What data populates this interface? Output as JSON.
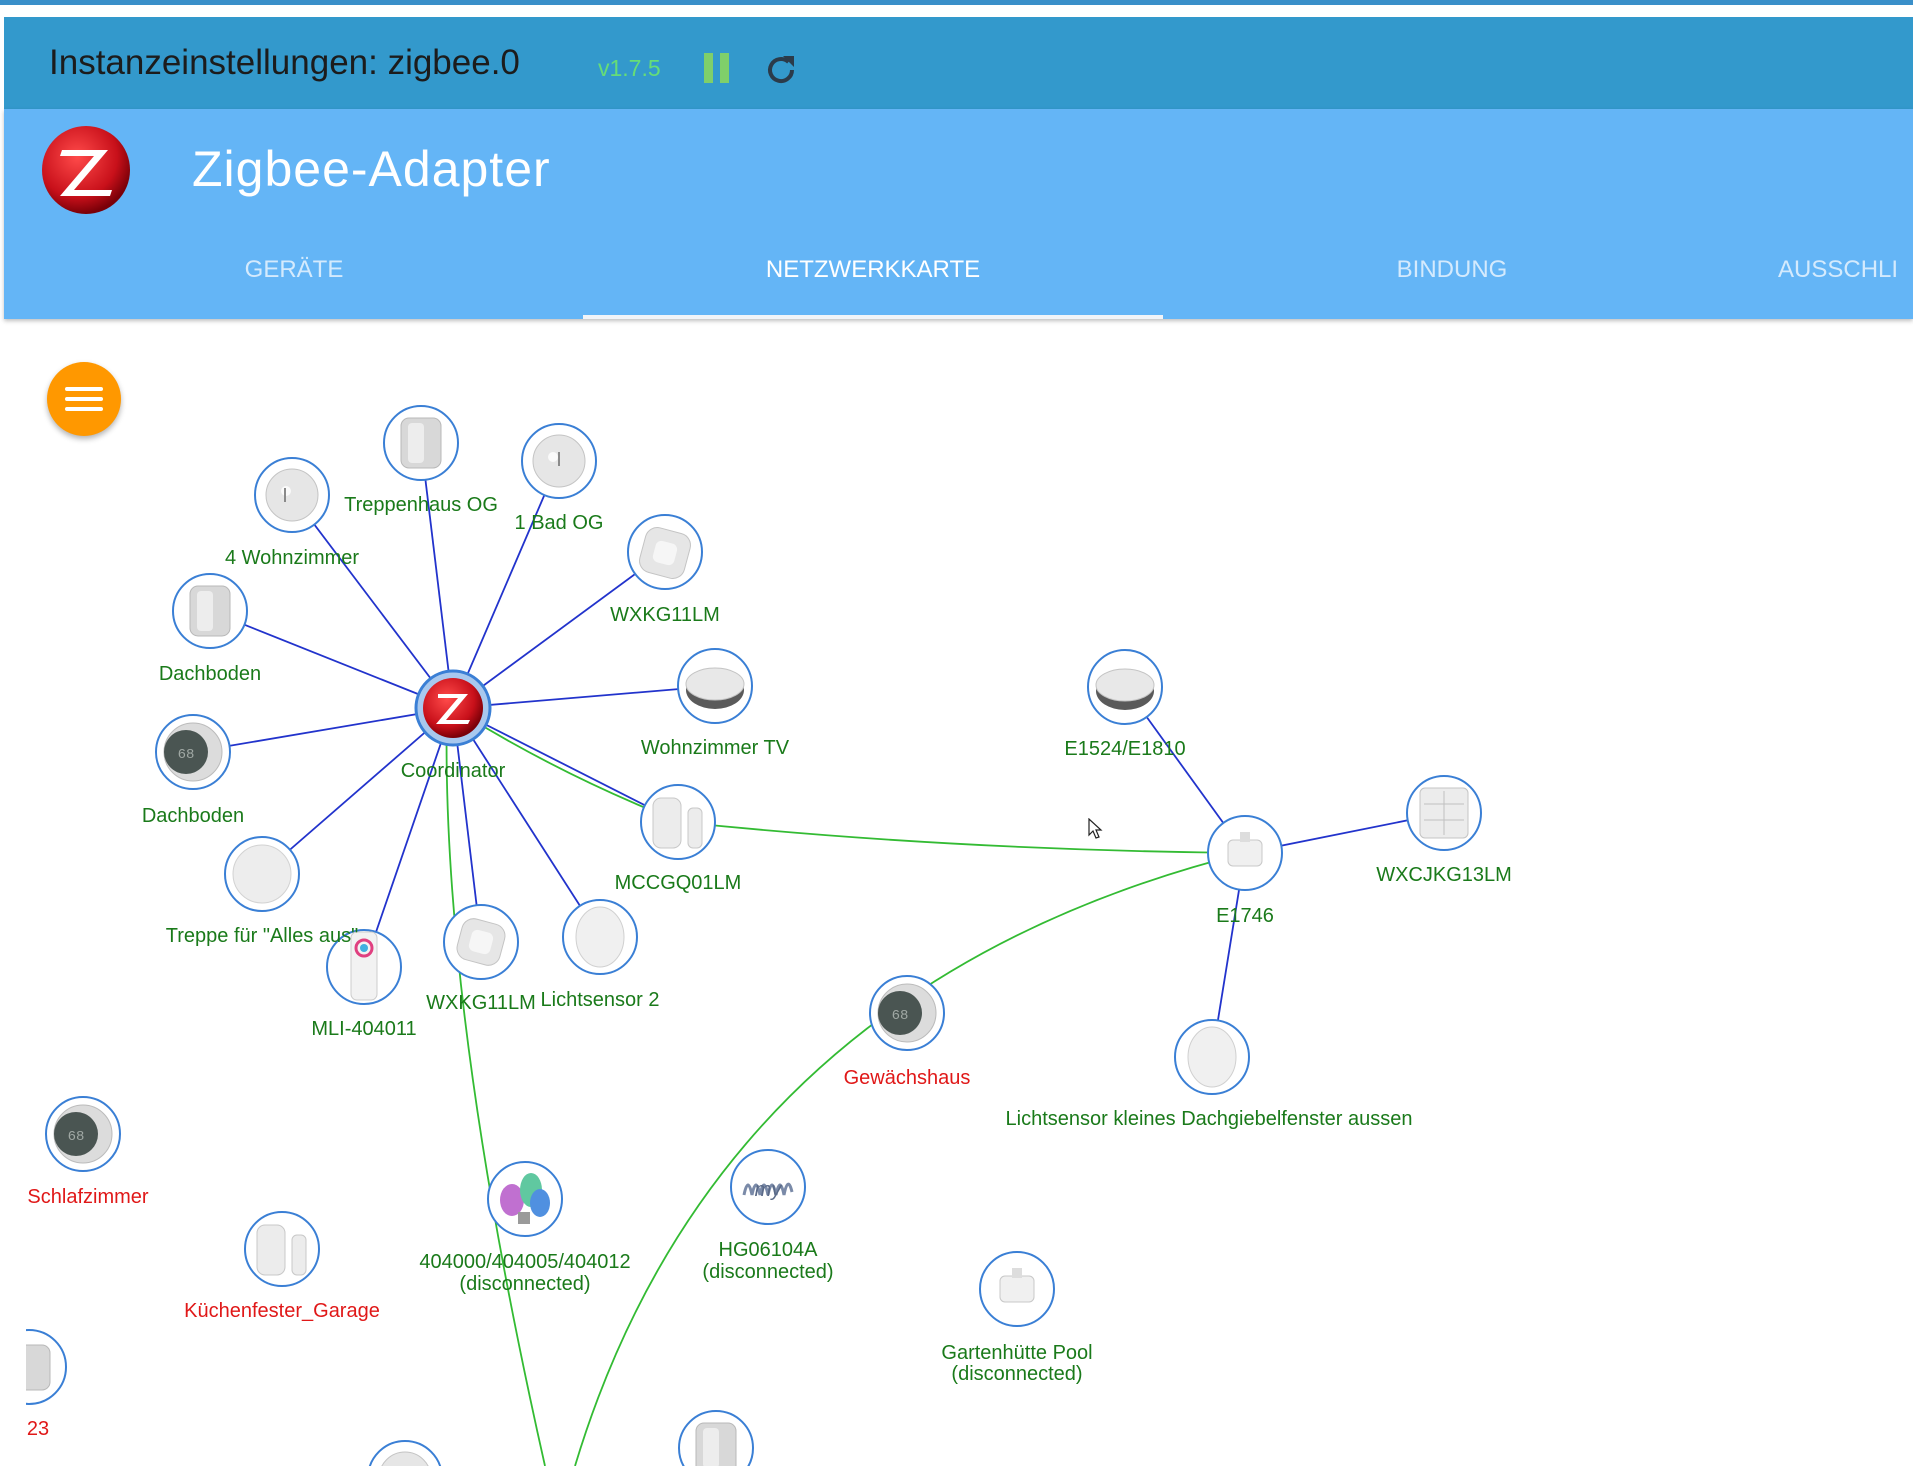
{
  "titlebar": {
    "title": "Instanzeinstellungen: zigbee.0",
    "version": "v1.7.5",
    "pause_icon": "pause-icon",
    "reload_icon": "reload-icon"
  },
  "header": {
    "app_title": "Zigbee-Adapter",
    "tabs": [
      {
        "label": "GERÄTE",
        "active": false
      },
      {
        "label": "NETZWERKKARTE",
        "active": true
      },
      {
        "label": "BINDUNG",
        "active": false
      },
      {
        "label": "AUSSCHLI",
        "active": false
      }
    ]
  },
  "menu_button_icon": "hamburger-menu-icon",
  "colors": {
    "link_direct": "#2233cc",
    "link_route": "#33bb33",
    "label_ok": "#1a7a1a",
    "label_offline": "#e01818",
    "node_ring": "#3a7fd5"
  },
  "nodes": {
    "coordinator": "Coordinator",
    "treppenhaus_og": "Treppenhaus OG",
    "bad_og": "1 Bad OG",
    "wohnzimmer4": "4 Wohnzimmer",
    "wxkg11lm_a": "WXKG11LM",
    "dachboden_a": "Dachboden",
    "wohnzimmer_tv": "Wohnzimmer TV",
    "dachboden_b": "Dachboden",
    "mccgq01lm": "MCCGQ01LM",
    "treppe_alles_aus": "Treppe für \"Alles aus\"",
    "mli_404011": "MLI-404011",
    "wxkg11lm_b": "WXKG11LM",
    "lichtsensor2": "Lichtsensor 2",
    "e1524": "E1524/E1810",
    "e1746": "E1746",
    "wxcjkg13lm": "WXCJKG13LM",
    "lichtsensor_dach": "Lichtsensor kleines Dachgiebelfenster aussen",
    "gewaechshaus": "Gewächshaus",
    "schlafzimmer": "Schlafzimmer",
    "kuechenfenster": "Küchenfester_Garage",
    "bulbs_name": "404000/404005/404012",
    "bulbs_status": "(disconnected)",
    "hg06104a_name": "HG06104A",
    "hg06104a_status": "(disconnected)",
    "gartenhuette_name": "Gartenhütte Pool",
    "gartenhuette_status": "(disconnected)",
    "partial_23": "23",
    "hg_logo_text": "my"
  }
}
